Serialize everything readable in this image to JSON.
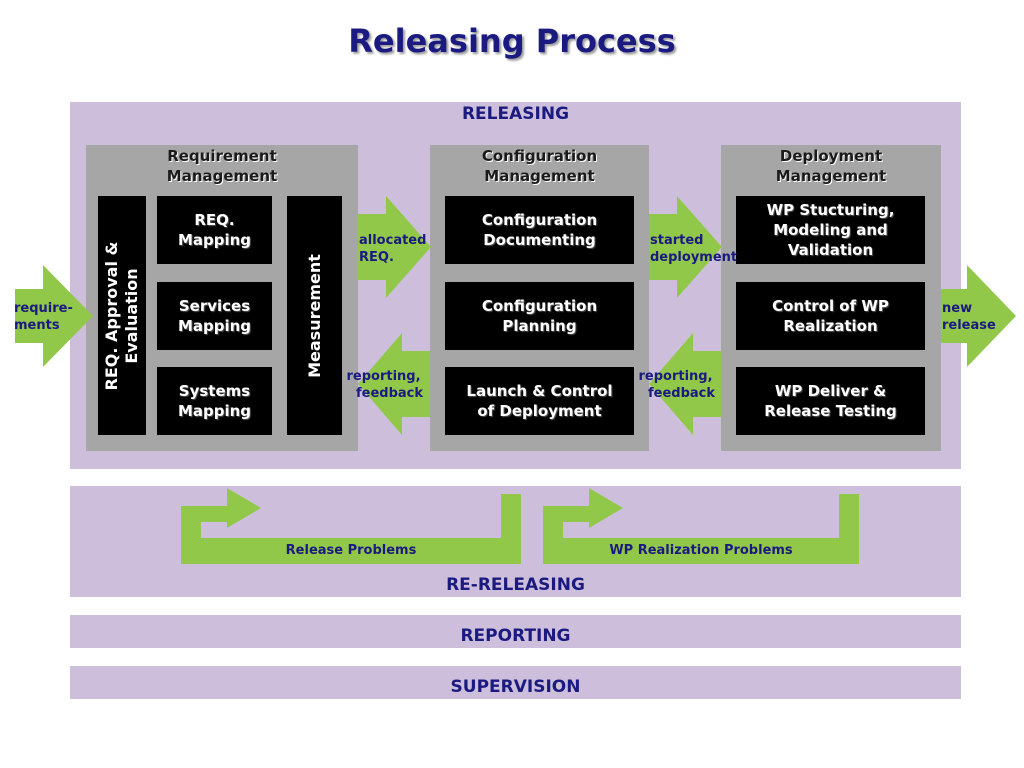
{
  "title": "Releasing Process",
  "bands": {
    "releasing": "RELEASING",
    "re_releasing": "RE-RELEASING",
    "reporting": "REPORTING",
    "supervision": "SUPERVISION"
  },
  "requirement_management": {
    "title_line1": "Requirement",
    "title_line2": "Management",
    "approval_line1": "REQ. Approval &",
    "approval_line2": "Evaluation",
    "measurement": "Measurement",
    "boxes": [
      {
        "line1": "REQ.",
        "line2": "Mapping"
      },
      {
        "line1": "Services",
        "line2": "Mapping"
      },
      {
        "line1": "Systems",
        "line2": "Mapping"
      }
    ]
  },
  "configuration_management": {
    "title_line1": "Configuration",
    "title_line2": "Management",
    "boxes": [
      {
        "line1": "Configuration",
        "line2": "Documenting"
      },
      {
        "line1": "Configuration",
        "line2": "Planning"
      },
      {
        "line1": "Launch & Control",
        "line2": "of Deployment"
      }
    ]
  },
  "deployment_management": {
    "title_line1": "Deployment",
    "title_line2": "Management",
    "boxes": [
      {
        "line1": "WP Stucturing,",
        "line2": "Modeling and",
        "line3": "Validation"
      },
      {
        "line1": "Control of WP",
        "line2": "Realization"
      },
      {
        "line1": "WP Deliver &",
        "line2": "Release Testing"
      }
    ]
  },
  "arrows": {
    "requirements": {
      "line1": "require-",
      "line2": "ments"
    },
    "allocated": {
      "line1": "allocated",
      "line2": "REQ."
    },
    "started": {
      "line1": "started",
      "line2": "deployment"
    },
    "new_release": {
      "line1": "new",
      "line2": "release"
    },
    "feedback_left": {
      "line1": "reporting,",
      "line2": "feedback"
    },
    "feedback_right": {
      "line1": "reporting,",
      "line2": "feedback"
    }
  },
  "loops": {
    "release_problems": "Release Problems",
    "wp_realization_problems": "WP Realization Problems"
  },
  "colors": {
    "band": "#cdbfdb",
    "group": "#a6a6a6",
    "box": "#000000",
    "arrow": "#92c84a",
    "label": "#1a1a80"
  }
}
